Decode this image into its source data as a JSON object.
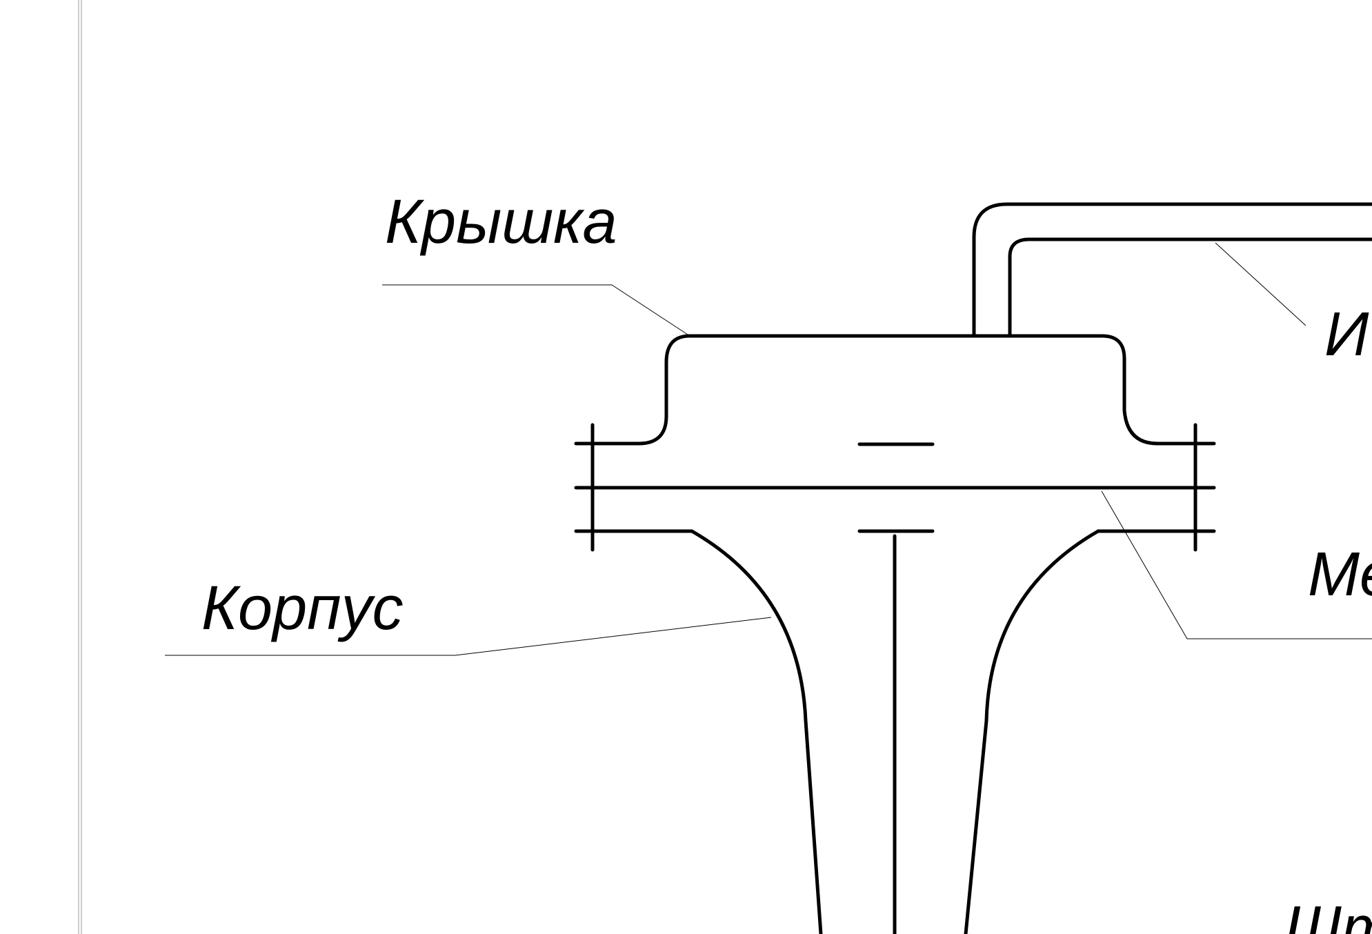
{
  "labels": {
    "cover": "Крышка",
    "body": "Корпус",
    "partial_right_top": "И",
    "partial_right_mid": "Ме",
    "partial_right_bottom": "Шт"
  },
  "colors": {
    "line": "#000000",
    "background": "#ffffff",
    "frame": "#9a9a9a"
  }
}
